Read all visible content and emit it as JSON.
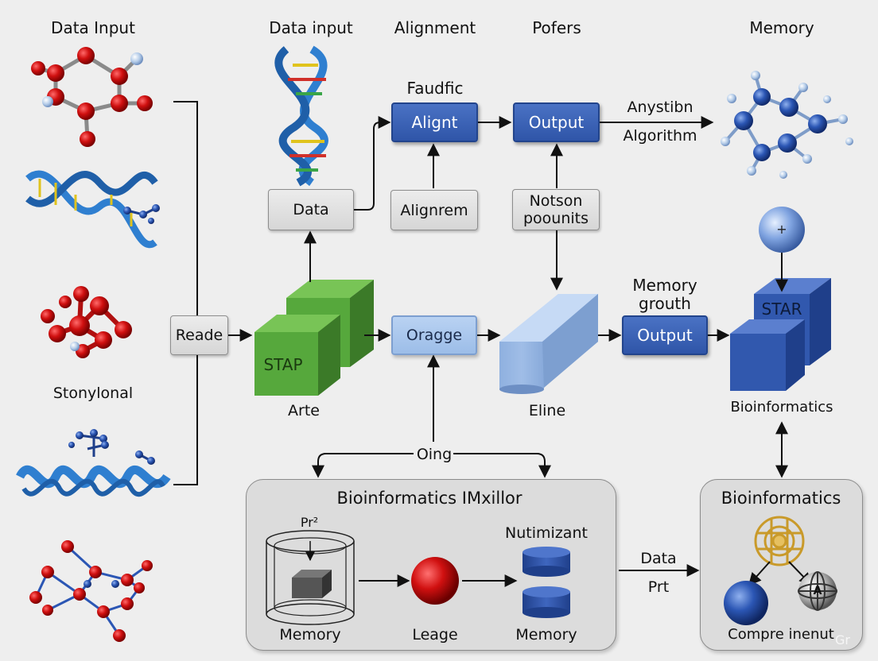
{
  "headers": {
    "col1": "Data Input",
    "col2": "Data input",
    "col3": "Alignment",
    "col4": "Pofers",
    "col5": "Memory"
  },
  "left_column": {
    "mid_label": "Stonylonal"
  },
  "nodes": {
    "reade": "Reade",
    "stap": "STAP",
    "arte": "Arte",
    "data": "Data",
    "faudfic": "Faudfic",
    "align": "Alignt",
    "alignrem": "Alignrem",
    "output_top": "Output",
    "notson_line1": "Notson",
    "notson_line2": "poounits",
    "anystibn": "Anystibn",
    "algorithm": "Algorithm",
    "oragge": "Oragge",
    "cylinder_label": "Eline",
    "memory_grouth_line1": "Memory",
    "memory_grouth_line2": "grouth",
    "output_mid": "Output",
    "sphere_symbol": "+",
    "star": "STAR",
    "bioinformatics_right": "Bioinformatics",
    "oing": "Oing",
    "data_arrow": "Data",
    "prt": "Prt"
  },
  "panel_left": {
    "title": "Bioinformatics IMxillor",
    "pr_label": "Pr²",
    "memory_left": "Memory",
    "leage": "Leage",
    "nutimizant": "Nutimizant",
    "memory_right": "Memory"
  },
  "panel_right": {
    "title": "Bioinformatics",
    "small_sphere_letter": "A",
    "caption": "Compre inenut"
  },
  "watermark": "Gr",
  "colors": {
    "blue_box": "#2f55a8",
    "light_blue_box": "#9cbde8",
    "green_cube": "#4e9f35",
    "molecule_red": "#cc1111",
    "dna_blue": "#2f7fd0"
  }
}
